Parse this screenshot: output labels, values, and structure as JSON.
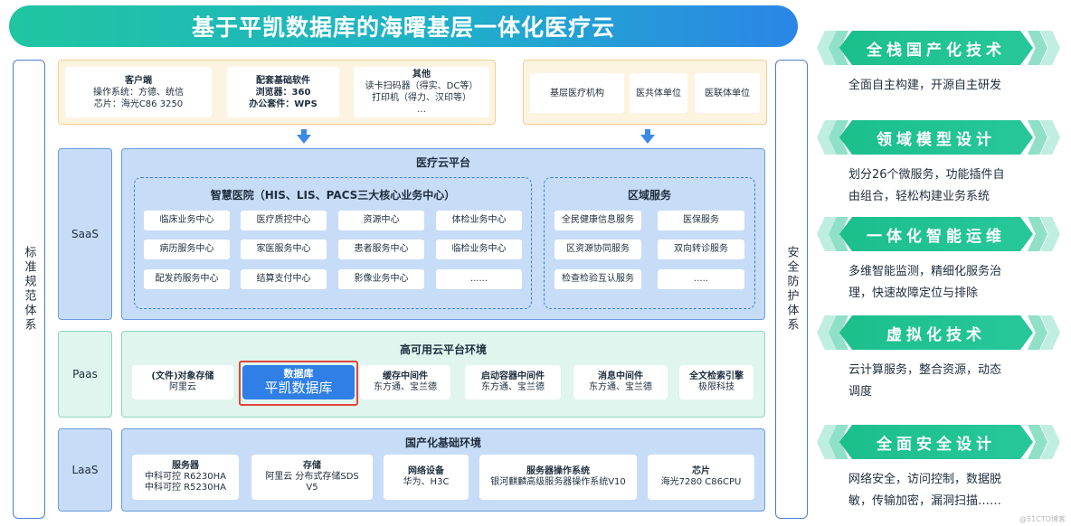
{
  "title": "基于平凯数据库的海曙基层一体化医疗云",
  "left_side": "标准规范体系",
  "right_side": "安全防护体系",
  "top": {
    "client": {
      "title": "客户端",
      "line1": "操作系统：方德、统信",
      "line2": "芯片：海光C86 3250"
    },
    "software": {
      "title": "配套基础软件",
      "line1": "浏览器：360",
      "line2": "办公套件：WPS"
    },
    "other": {
      "title": "其他",
      "line1": "读卡扫码器（得实、DC等）",
      "line2": "打印机（得力、汉印等）",
      "line3": "…"
    },
    "units": [
      "基层医疗机构",
      "医共体单位",
      "医联体单位"
    ]
  },
  "saas": {
    "label": "SaaS",
    "title": "医疗云平台",
    "hospital": {
      "title": "智慧医院（HIS、LIS、PACS三大核心业务中心）",
      "items": [
        "临床业务中心",
        "医疗质控中心",
        "资源中心",
        "体检业务中心",
        "病历服务中心",
        "家医服务中心",
        "患者服务中心",
        "临检业务中心",
        "配发药服务中心",
        "结算支付中心",
        "影像业务中心",
        "......"
      ]
    },
    "region": {
      "title": "区域服务",
      "items": [
        "全民健康信息服务",
        "医保服务",
        "区资源协同服务",
        "双向转诊服务",
        "检查检验互认服务",
        "....."
      ]
    }
  },
  "paas": {
    "label": "Paas",
    "title": "高可用云平台环境",
    "items": [
      {
        "title": "(文件)对象存储",
        "sub": "阿里云"
      },
      {
        "title": "数据库",
        "sub": "平凯数据库"
      },
      {
        "title": "缓存中间件",
        "sub": "东方通、宝兰德"
      },
      {
        "title": "启动容器中间件",
        "sub": "东方通、宝兰德"
      },
      {
        "title": "消息中间件",
        "sub": "东方通、宝兰德"
      },
      {
        "title": "全文检索引擎",
        "sub": "极限科技"
      }
    ]
  },
  "laas": {
    "label": "LaaS",
    "title": "国产化基础环境",
    "items": [
      {
        "title": "服务器",
        "line1": "中科可控 R6230HA",
        "line2": "中科可控 R5230HA"
      },
      {
        "title": "存储",
        "line1": "阿里云 分布式存储SDS",
        "line2": "V5"
      },
      {
        "title": "网络设备",
        "line1": "华为、H3C",
        "line2": ""
      },
      {
        "title": "服务器操作系统",
        "line1": "银河麒麟高级服务器操作系统V10",
        "line2": ""
      },
      {
        "title": "芯片",
        "line1": "海光7280  C86CPU",
        "line2": ""
      }
    ]
  },
  "features": [
    {
      "title": "全栈国产化技术",
      "line1": "全面自主构建，开源自主研发",
      "line2": ""
    },
    {
      "title": "领域模型设计",
      "line1": "划分26个微服务，功能插件自",
      "line2": "由组合，轻松构建业务系统"
    },
    {
      "title": "一体化智能运维",
      "line1": "多维智能监测，精细化服务治",
      "line2": "理，快速故障定位与排除"
    },
    {
      "title": "虚拟化技术",
      "line1": "云计算服务，整合资源，动态",
      "line2": "调度"
    },
    {
      "title": "全面安全设计",
      "line1": "网络安全，访问控制，数据脱",
      "line2": "敏，传输加密，漏洞扫描……"
    }
  ],
  "watermark": "@51CTO博客",
  "colors": {
    "accent_green": "#1bbf8c",
    "accent_blue": "#2b86e6",
    "highlight_red": "#e0453a"
  }
}
